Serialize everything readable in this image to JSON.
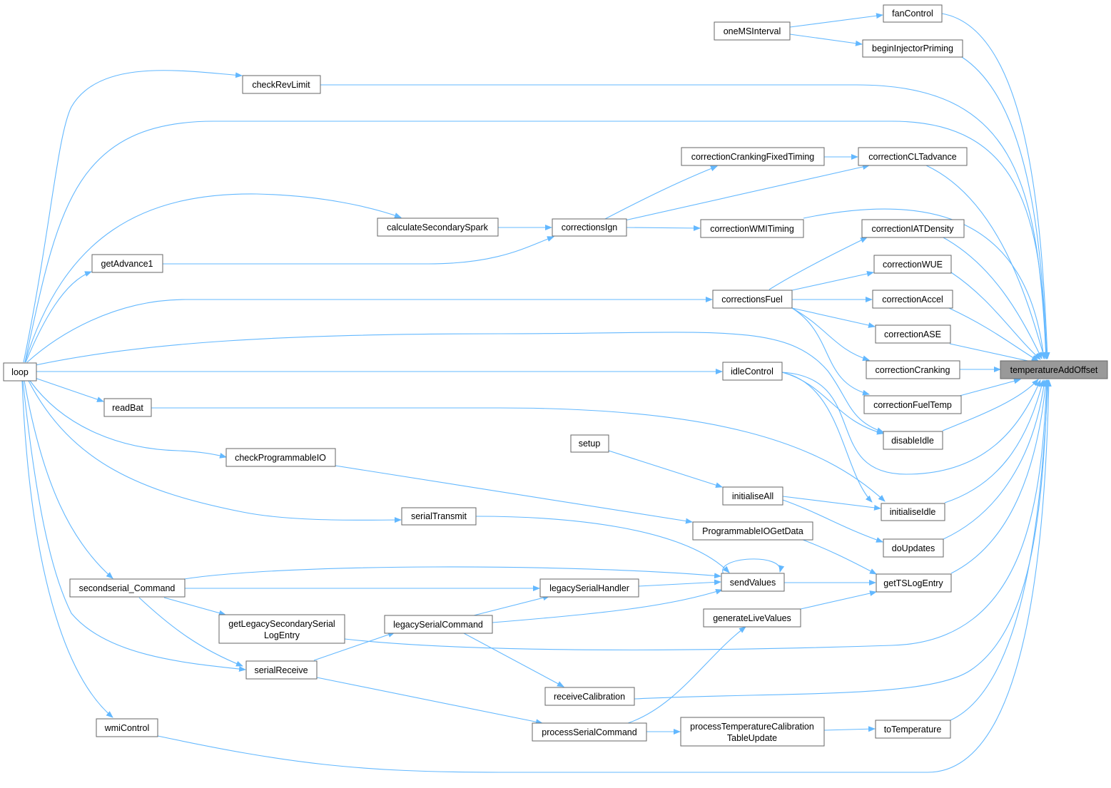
{
  "colors": {
    "edge": "#63b8ff",
    "node_border": "#666666",
    "node_fill": "#ffffff",
    "root_fill": "#999999"
  },
  "nodes": {
    "temperatureAddOffset": "temperatureAddOffset",
    "fanControl": "fanControl",
    "oneMSInterval": "oneMSInterval",
    "beginInjectorPriming": "beginInjectorPriming",
    "checkRevLimit": "checkRevLimit",
    "correctionCrankingFixedTiming": "correctionCrankingFixedTiming",
    "correctionCLTadvance": "correctionCLTadvance",
    "calculateSecondarySpark": "calculateSecondarySpark",
    "correctionsIgn": "correctionsIgn",
    "correctionWMITiming": "correctionWMITiming",
    "correctionIATDensity": "correctionIATDensity",
    "getAdvance1": "getAdvance1",
    "correctionWUE": "correctionWUE",
    "correctionsFuel": "correctionsFuel",
    "correctionAccel": "correctionAccel",
    "correctionASE": "correctionASE",
    "loop": "loop",
    "idleControl": "idleControl",
    "correctionCranking": "correctionCranking",
    "readBat": "readBat",
    "correctionFuelTemp": "correctionFuelTemp",
    "setup": "setup",
    "disableIdle": "disableIdle",
    "checkProgrammableIO": "checkProgrammableIO",
    "initialiseAll": "initialiseAll",
    "initialiseIdle": "initialiseIdle",
    "serialTransmit": "serialTransmit",
    "ProgrammableIOGetData": "ProgrammableIOGetData",
    "doUpdates": "doUpdates",
    "secondserial_Command": "secondserial_Command",
    "legacySerialHandler": "legacySerialHandler",
    "sendValues": "sendValues",
    "getTSLogEntry": "getTSLogEntry",
    "getLegacySecondarySerialLogEntry_1": "getLegacySecondarySerial",
    "getLegacySecondarySerialLogEntry_2": "LogEntry",
    "legacySerialCommand": "legacySerialCommand",
    "generateLiveValues": "generateLiveValues",
    "serialReceive": "serialReceive",
    "receiveCalibration": "receiveCalibration",
    "wmiControl": "wmiControl",
    "processSerialCommand": "processSerialCommand",
    "processTemperatureCalibrationTableUpdate_1": "processTemperatureCalibration",
    "processTemperatureCalibrationTableUpdate_2": "TableUpdate",
    "toTemperature": "toTemperature"
  }
}
